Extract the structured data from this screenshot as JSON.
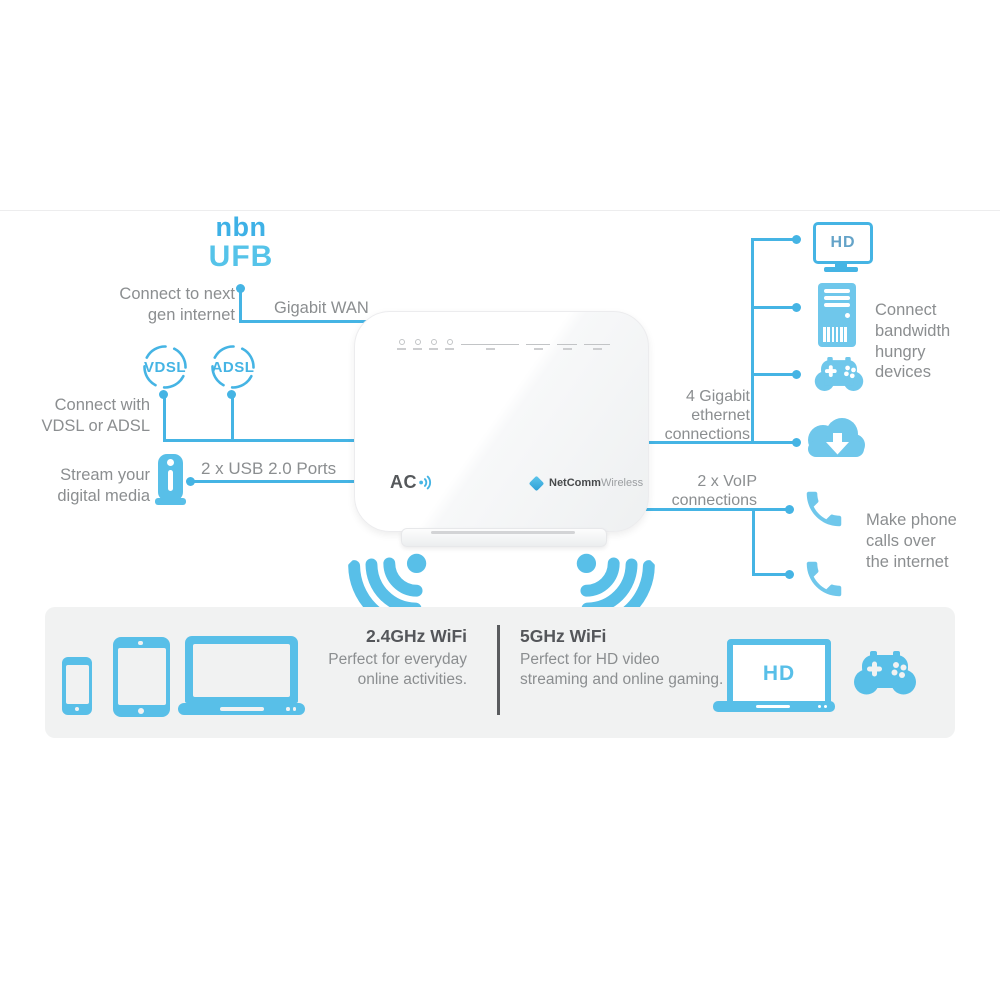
{
  "colors": {
    "accent": "#45b4e4",
    "icon": "#6fc7eb",
    "icon2": "#58bfe8",
    "nbnBlue": "#3eb1e6",
    "ufbBlue": "#55c3e9",
    "textDark": "#54565a",
    "textGray": "#8b8e90",
    "bandBg": "#f1f2f2",
    "hdText": "#64a3c8"
  },
  "nbn": {
    "line1": "nbn",
    "line2": "UFB",
    "caption": [
      "Connect to next",
      "gen internet"
    ],
    "wan_label": "Gigabit WAN"
  },
  "dsl": {
    "vdsl_label": "VDSL",
    "adsl_label": "ADSL",
    "caption": [
      "Connect with",
      "VDSL or ADSL"
    ]
  },
  "usb": {
    "caption": [
      "Stream your",
      "digital media"
    ],
    "ports_label": "2 x USB 2.0 Ports"
  },
  "router": {
    "ac_label": "AC",
    "brand_primary": "NetComm",
    "brand_secondary": "Wireless"
  },
  "ethernet": {
    "label": [
      "4 Gigabit",
      "ethernet",
      "connections"
    ],
    "caption": [
      "Connect",
      "bandwidth",
      "hungry",
      "devices"
    ],
    "hd_tv_label": "HD"
  },
  "voip": {
    "label": [
      "2 x VoIP",
      "connections"
    ],
    "caption": [
      "Make phone",
      "calls over",
      "the internet"
    ]
  },
  "band": {
    "wifi24_title": "2.4GHz WiFi",
    "wifi24_desc": [
      "Perfect for everyday",
      "online activities."
    ],
    "wifi5_title": "5GHz WiFi",
    "wifi5_desc": [
      "Perfect for HD video",
      "streaming and online gaming."
    ],
    "hd_laptop_label": "HD"
  }
}
